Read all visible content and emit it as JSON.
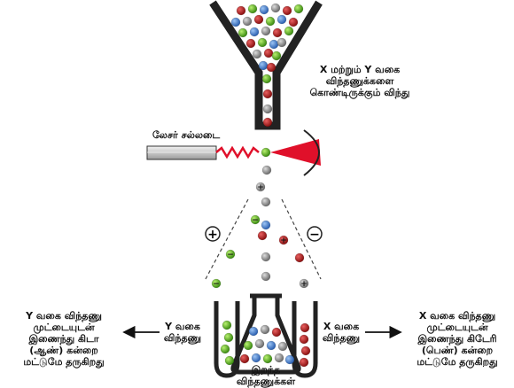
{
  "labels": {
    "funnel_caption": [
      "X மற்றும் Y வகை",
      "விந்தணுக்களை",
      "கொண்டிருக்கும் விந்து"
    ],
    "laser": "லேசர் சல்லடை",
    "y_sperm": [
      "Y வகை",
      "விந்தணு"
    ],
    "x_sperm": [
      "X வகை",
      "விந்தணு"
    ],
    "dead_sperm": [
      "இறந்த",
      "விந்தணுக்கள்"
    ],
    "y_result": [
      "Y வகை விந்தணு",
      "முட்டையுடன்",
      "இணைந்து கிடா",
      "(ஆண்) கன்றை",
      "மட்டுமே தருகிறது"
    ],
    "x_result": [
      "X வகை விந்தணு",
      "முட்டையுடன்",
      "இணைந்து கிடேரி",
      "(பெண்) கன்றை",
      "மட்டுமே தருகிறது"
    ]
  },
  "symbols": {
    "plus": "+",
    "minus": "−"
  },
  "colors": {
    "outline": "#222222",
    "red": "#a01818",
    "green": "#55b020",
    "blue": "#3f7fd0",
    "gray": "#8a8a8a",
    "laser_red": "#e0102a"
  }
}
